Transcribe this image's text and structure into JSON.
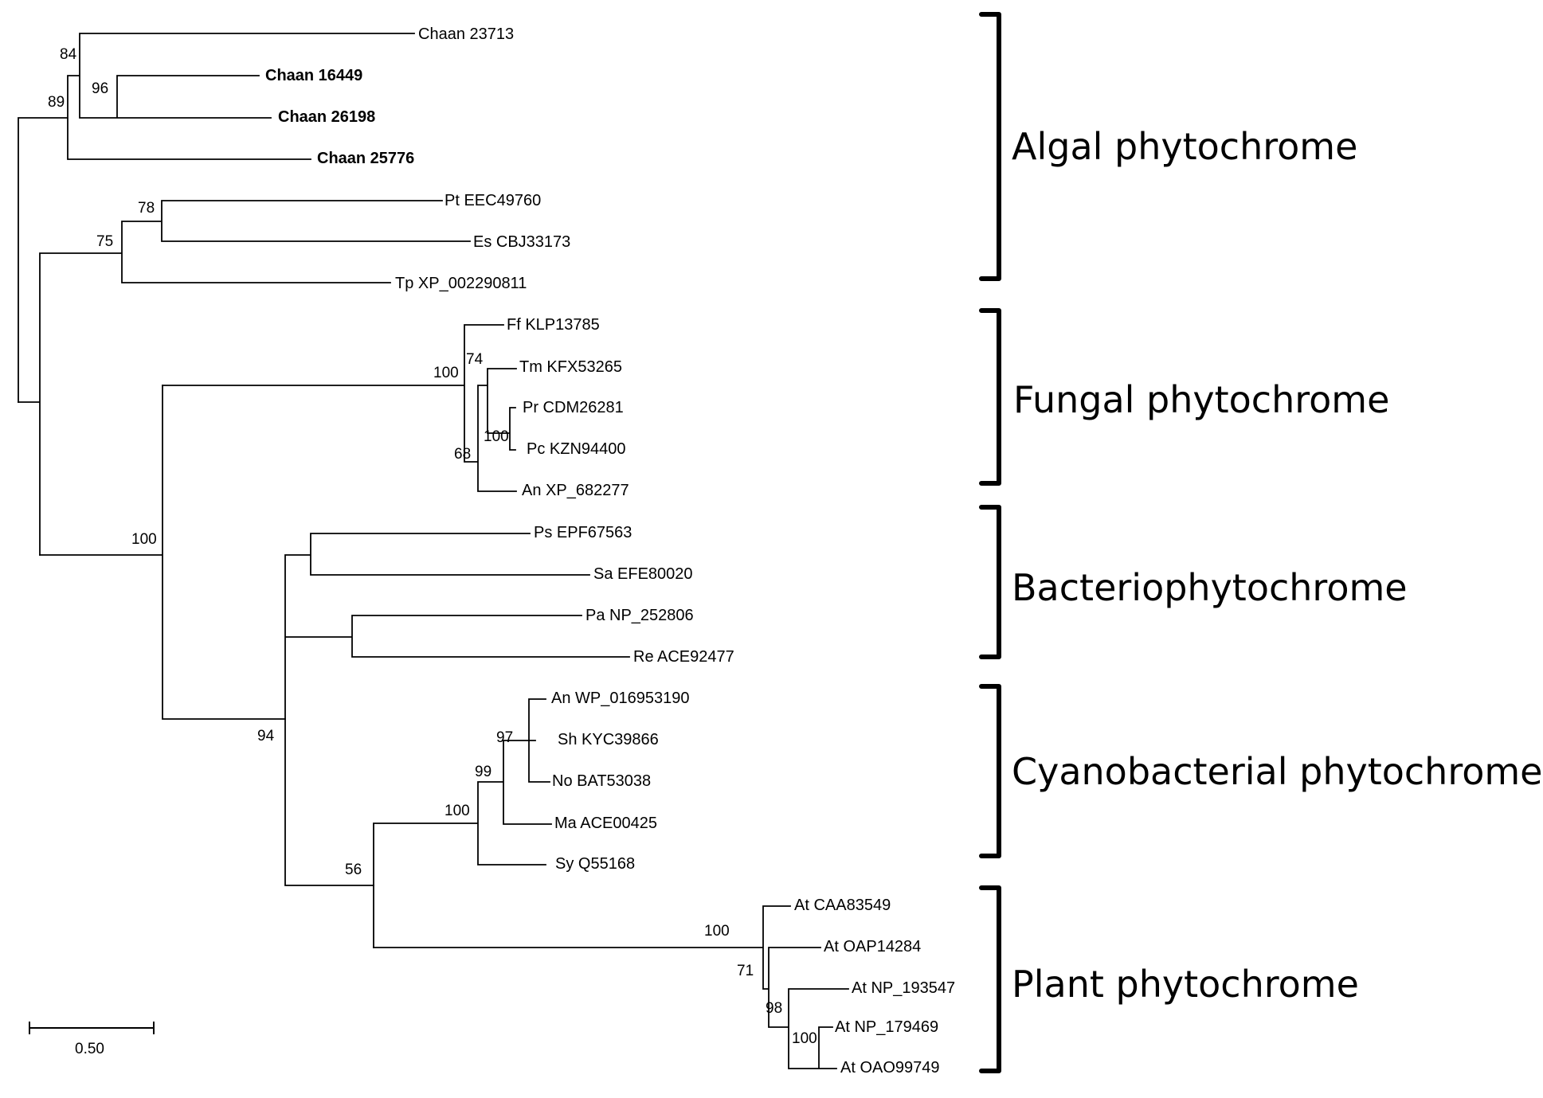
{
  "tree": {
    "leaves": [
      {
        "id": "chaan23713",
        "label": "Chaan 23713"
      },
      {
        "id": "chaan16449",
        "label": "Chaan 16449"
      },
      {
        "id": "chaan26198",
        "label": "Chaan 26198"
      },
      {
        "id": "chaan25776",
        "label": "Chaan 25776"
      },
      {
        "id": "pt",
        "label": "Pt EEC49760"
      },
      {
        "id": "es",
        "label": "Es CBJ33173"
      },
      {
        "id": "tp",
        "label": "Tp XP_002290811"
      },
      {
        "id": "ff",
        "label": "Ff KLP13785"
      },
      {
        "id": "tm",
        "label": "Tm KFX53265"
      },
      {
        "id": "pr",
        "label": "Pr CDM26281"
      },
      {
        "id": "pc",
        "label": "Pc KZN94400"
      },
      {
        "id": "anxp",
        "label": "An XP_682277"
      },
      {
        "id": "ps",
        "label": "Ps EPF67563"
      },
      {
        "id": "sa",
        "label": "Sa EFE80020"
      },
      {
        "id": "pa",
        "label": "Pa NP_252806"
      },
      {
        "id": "re",
        "label": "Re ACE92477"
      },
      {
        "id": "anwp",
        "label": "An WP_016953190"
      },
      {
        "id": "sh",
        "label": "Sh KYC39866"
      },
      {
        "id": "no",
        "label": "No BAT53038"
      },
      {
        "id": "ma",
        "label": "Ma ACE00425"
      },
      {
        "id": "sy",
        "label": "Sy Q55168"
      },
      {
        "id": "atcaa",
        "label": "At CAA83549"
      },
      {
        "id": "atoap",
        "label": "At OAP14284"
      },
      {
        "id": "atnp193",
        "label": "At NP_193547"
      },
      {
        "id": "atnp179",
        "label": "At NP_179469"
      },
      {
        "id": "atoao",
        "label": "At OAO99749"
      }
    ],
    "support_values": [
      "84",
      "96",
      "89",
      "78",
      "75",
      "100",
      "74",
      "100",
      "68",
      "100",
      "97",
      "99",
      "100",
      "56",
      "94",
      "100",
      "71",
      "98",
      "100"
    ],
    "groups": [
      {
        "id": "algal",
        "label": "Algal phytochrome"
      },
      {
        "id": "fungal",
        "label": "Fungal phytochrome"
      },
      {
        "id": "bacterio",
        "label": "Bacteriophytochrome"
      },
      {
        "id": "cyano",
        "label": "Cyanobacterial phytochrome"
      },
      {
        "id": "plant",
        "label": "Plant phytochrome"
      }
    ],
    "scale_bar_label": "0.50"
  }
}
